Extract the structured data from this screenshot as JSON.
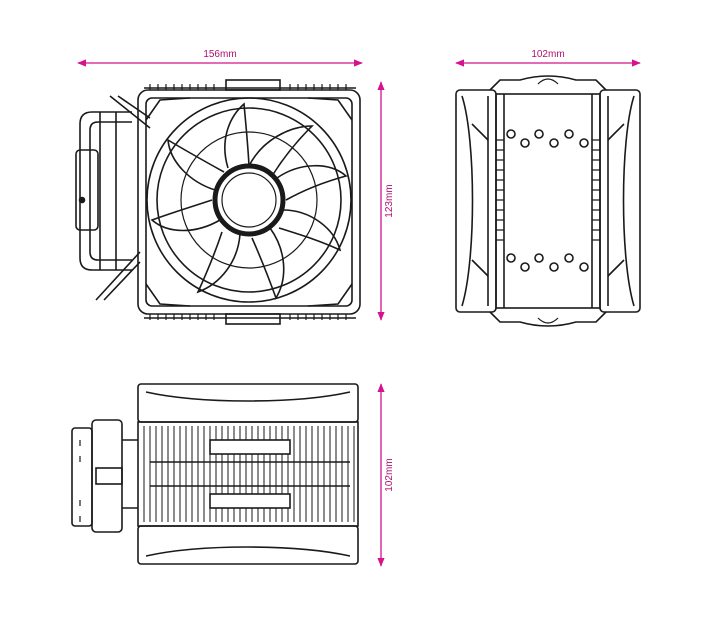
{
  "dimensions": {
    "front_width": "156mm",
    "front_height": "123mm",
    "side_width": "102mm",
    "top_depth": "102mm"
  },
  "colors": {
    "dimension": "#d4148c",
    "line": "#1a1a1a",
    "background": "#ffffff"
  }
}
